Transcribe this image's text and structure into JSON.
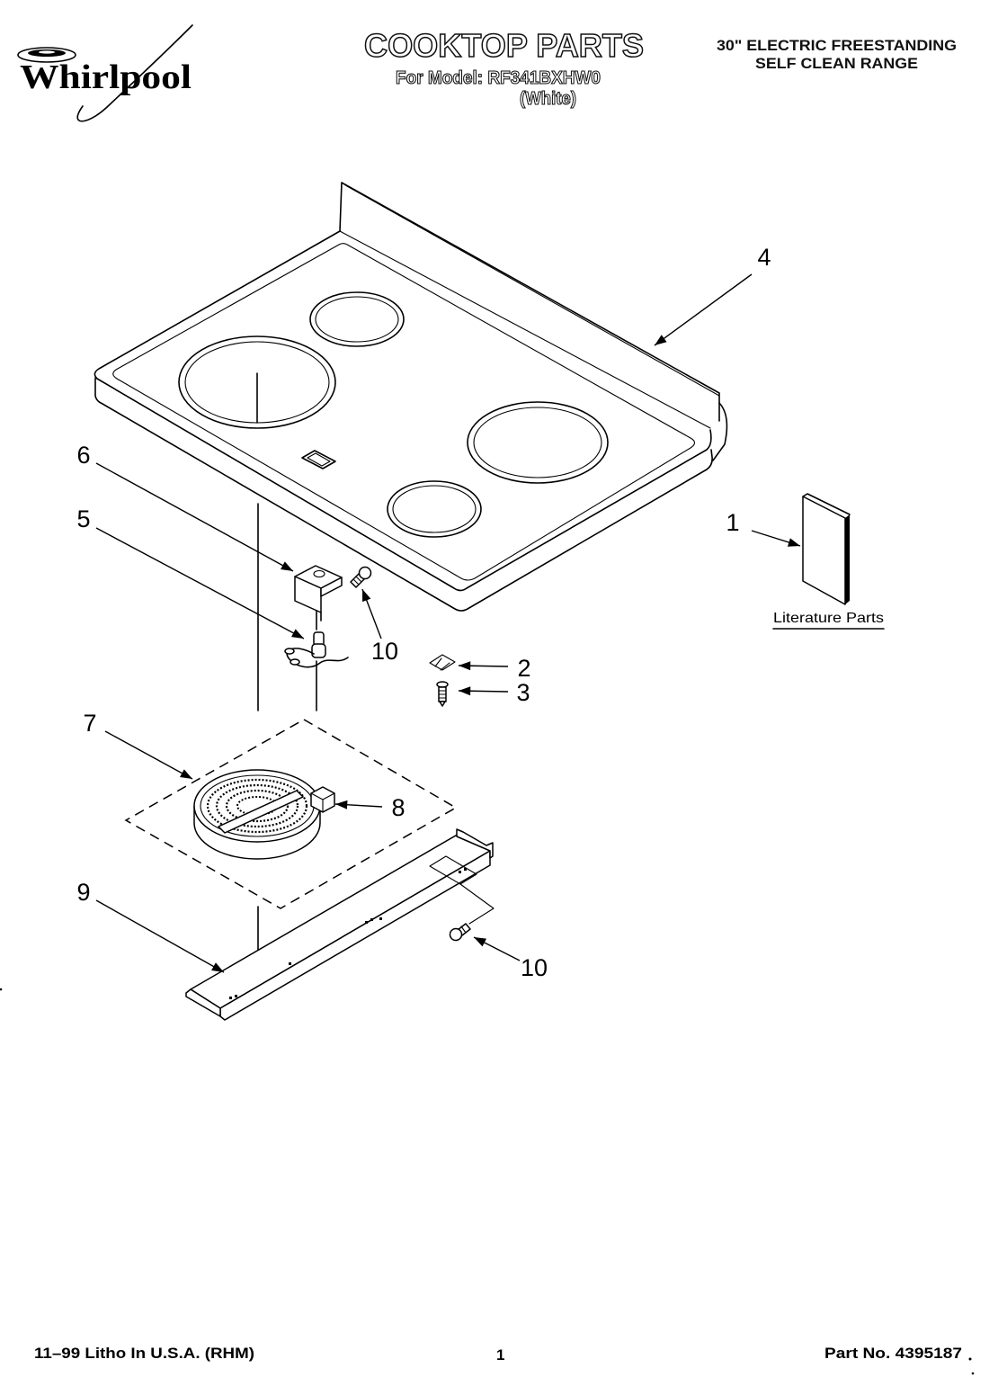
{
  "brand": {
    "logo_text": "Whirlpool"
  },
  "header": {
    "title": "COOKTOP PARTS",
    "model_line": "For Model: RF341BXHW0",
    "color_line": "(White)",
    "range_type_line1": "30\" ELECTRIC FREESTANDING",
    "range_type_line2": "SELF CLEAN RANGE"
  },
  "callouts": [
    "4",
    "6",
    "5",
    "1",
    "10",
    "2",
    "3",
    "7",
    "8",
    "9",
    "10"
  ],
  "literature": {
    "label": "Literature Parts"
  },
  "footer": {
    "print_info": "11–99 Litho In U.S.A. (RHM)",
    "page_number": "1",
    "part_number": "Part No. 4395187"
  }
}
